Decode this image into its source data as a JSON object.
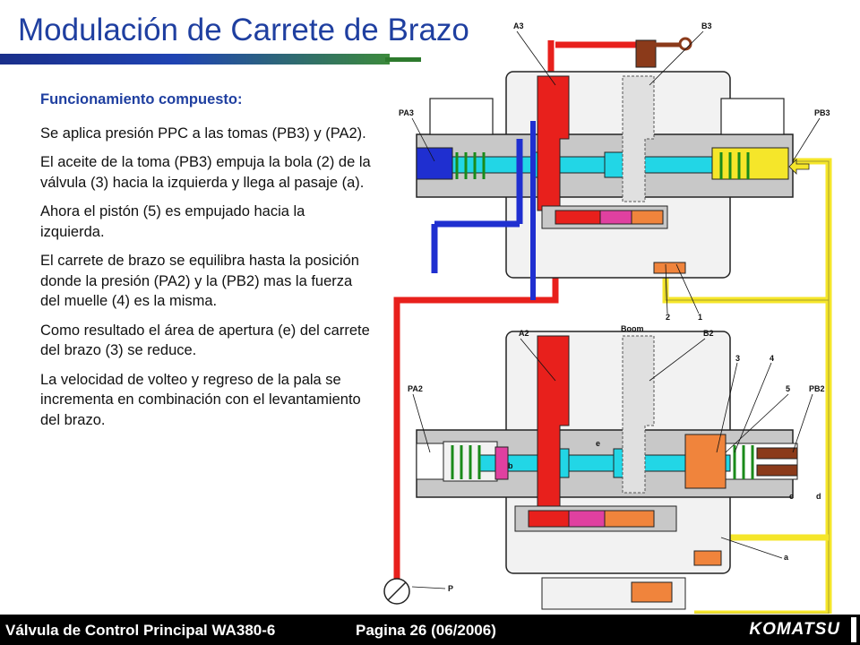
{
  "slide": {
    "title": "Modulación de Carrete de Brazo",
    "heading": "Funcionamiento compuesto:",
    "paragraphs": [
      "Se aplica presión PPC a las tomas (PB3) y (PA2).",
      "El aceite de la toma (PB3) empuja la bola (2) de la válvula (3) hacia la izquierda y llega al pasaje (a).",
      "Ahora el pistón (5) es empujado hacia la izquierda.",
      "El carrete de brazo se equilibra hasta la posición donde la presión (PA2) y la (PB2) mas la fuerza del muelle (4) es la misma.",
      "Como resultado el área de apertura (e) del carrete del brazo (3) se reduce.",
      "La velocidad de volteo y regreso de la pala se incrementa en combinación con el levantamiento del brazo."
    ]
  },
  "diagram": {
    "labels": {
      "a3": "A3",
      "b3": "B3",
      "pa3": "PA3",
      "pb3": "PB3",
      "a2": "A2",
      "b2": "B2",
      "pa2": "PA2",
      "pb2": "PB2",
      "boom": "Boom",
      "n1": "1",
      "n2": "2",
      "n3": "3",
      "n4": "4",
      "n5": "5",
      "a": "a",
      "b": "b",
      "c": "c",
      "d": "d",
      "e": "e",
      "p": "P"
    },
    "colors": {
      "red": "#e8201c",
      "blue": "#1f2fd0",
      "yellow": "#f5e62a",
      "cyan": "#22d6e6",
      "gray": "#c8c8c8",
      "dark_gray": "#8c8c8c",
      "orange": "#f0843c",
      "brown": "#8b3a1a",
      "green": "#1a8a1a"
    }
  },
  "footer": {
    "left": "Válvula de Control Principal WA380-6",
    "page": "Pagina 26 (06/2006)",
    "logo": "KOMATSU"
  }
}
